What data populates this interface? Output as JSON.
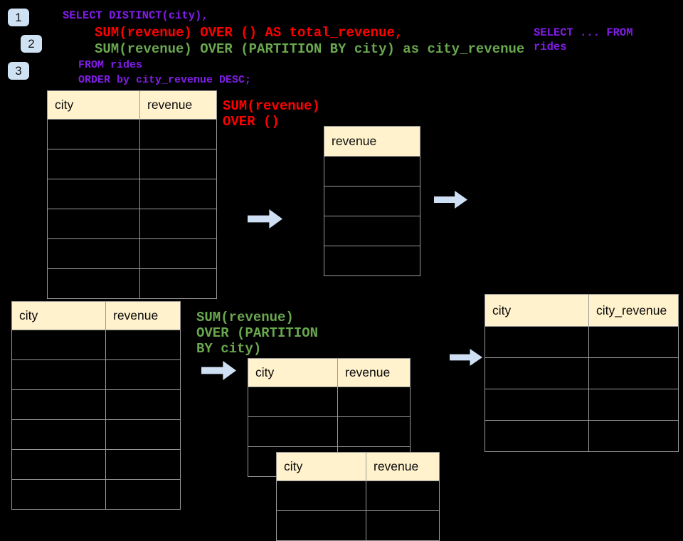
{
  "colors": {
    "background": "#000000",
    "sql-purple": "#821de8",
    "sql-red": "#ff0000",
    "sql-green": "#6aa84f",
    "table-header-fill": "#fff2cc",
    "table-border": "#9a9a9a",
    "badge-fill": "#cfe2f3",
    "arrow-fill": "#cfe0f5"
  },
  "badges": {
    "b1": "1",
    "b2": "2",
    "b3": "3"
  },
  "sql": {
    "line1": "SELECT DISTINCT(city),",
    "line2": "SUM(revenue) OVER () AS total_revenue,",
    "line3": "SUM(revenue) OVER (PARTITION BY city) as city_revenue",
    "line4": "FROM rides",
    "line5": "ORDER by city_revenue DESC;"
  },
  "side_note": {
    "line1": "SELECT ... FROM",
    "line2": "rides"
  },
  "labels": {
    "total_revenue_label": {
      "line1": "SUM(revenue)",
      "line2": "OVER ()"
    },
    "partition_label": {
      "line1": "SUM(revenue)",
      "line2": "OVER (PARTITION",
      "line3": "BY city)"
    }
  },
  "tables": {
    "source_top": {
      "headers": [
        "city",
        "revenue"
      ],
      "empty_row_count": 6
    },
    "total_revenue": {
      "headers": [
        "revenue"
      ],
      "empty_row_count": 4
    },
    "source_bottom": {
      "headers": [
        "city",
        "revenue"
      ],
      "empty_row_count": 6
    },
    "partition_mid": {
      "headers": [
        "city",
        "revenue"
      ],
      "empty_row_count": 3
    },
    "partition_overlay": {
      "headers": [
        "city",
        "revenue"
      ],
      "empty_row_count": 2
    },
    "city_revenue_result": {
      "headers": [
        "city",
        "city_revenue"
      ],
      "empty_row_count": 4
    }
  }
}
